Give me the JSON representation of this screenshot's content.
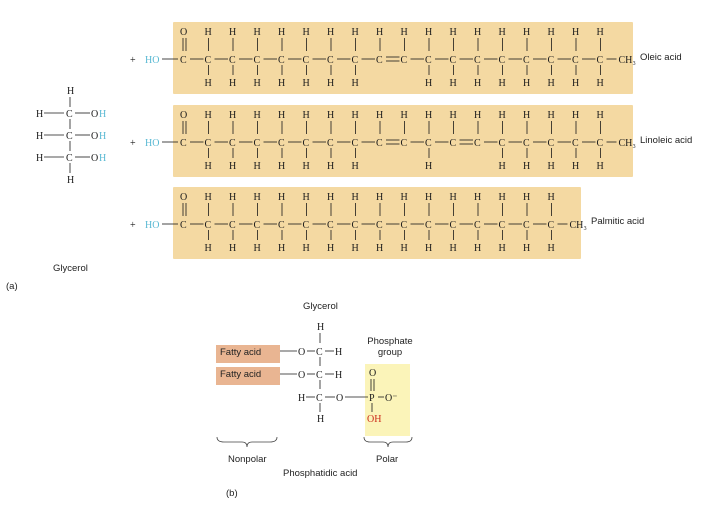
{
  "panel_a": {
    "glycerol_label": "Glycerol",
    "panel_letter": "(a)",
    "glycerol_atoms": {
      "h": "H",
      "c": "C",
      "o": "O",
      "oh_h": "H"
    },
    "acids": [
      {
        "name": "Oleic acid",
        "plus": "+",
        "ho": "HO",
        "end": "CH₃"
      },
      {
        "name": "Linoleic acid",
        "plus": "+",
        "ho": "HO",
        "end": "CH₃"
      },
      {
        "name": "Palmitic acid",
        "plus": "+",
        "ho": "HO",
        "end": "CH₃"
      }
    ]
  },
  "panel_b": {
    "glycerol_label": "Glycerol",
    "fatty_acid_1": "Fatty acid",
    "fatty_acid_2": "Fatty acid",
    "phosphate_label": "Phosphate group",
    "nonpolar_label": "Nonpolar",
    "polar_label": "Polar",
    "phosphatidic_label": "Phosphatidic acid",
    "panel_letter": "(b)",
    "atoms": {
      "h": "H",
      "c": "C",
      "o": "O",
      "p": "P",
      "o_minus": "O⁻",
      "oh": "OH"
    }
  },
  "colors": {
    "band": "#f4d9a2",
    "hydroxyl_blue": "#59b9d3",
    "fatty_box": "#e9b592",
    "phosphate_box": "#fbf4b9",
    "oh_red": "#cc2a1a"
  }
}
